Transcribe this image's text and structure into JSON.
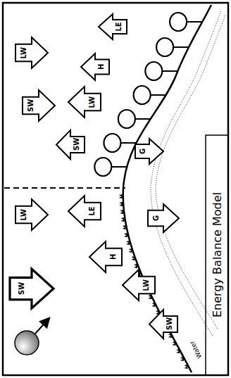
{
  "diagram": {
    "caption": "Energy Balance Model",
    "nodes": [
      {
        "text": [
          "SW"
        ]
      },
      {
        "text": [
          "LW"
        ]
      },
      {
        "text": [
          "LE"
        ]
      },
      {
        "text": [
          "H"
        ]
      },
      {
        "text": [
          "LW"
        ]
      },
      {
        "text": [
          "SW"
        ]
      },
      {
        "text": [
          "G"
        ]
      },
      {
        "text": [
          "SW"
        ]
      },
      {
        "text": [
          "LW"
        ]
      },
      {
        "text": [
          "SW"
        ]
      },
      {
        "text": [
          "LW"
        ]
      },
      {
        "text": [
          "H"
        ]
      },
      {
        "text": [
          "LE"
        ]
      },
      {
        "text": [
          "G"
        ]
      }
    ],
    "labels": [
      "Water"
    ]
  }
}
